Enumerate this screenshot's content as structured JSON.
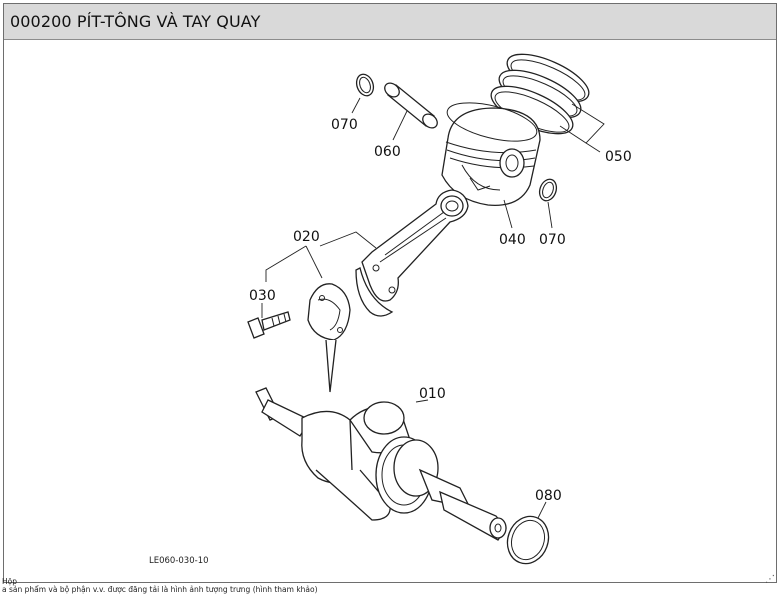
{
  "title": "000200 PÍT-TÔNG VÀ TAY QUAY",
  "labels": {
    "p010": "010",
    "p020": "020",
    "p030": "030",
    "p040": "040",
    "p050": "050",
    "p060": "060",
    "p070a": "070",
    "p070b": "070",
    "p080": "080"
  },
  "diagram_code": "LE060-030-10",
  "footer": {
    "line1": "Hộp",
    "line2": "a sản phẩm và bộ phận v.v. được đăng tải là hình ảnh tượng trưng (hình tham khảo)"
  },
  "icons": {
    "resize": "resize-grip-icon"
  }
}
